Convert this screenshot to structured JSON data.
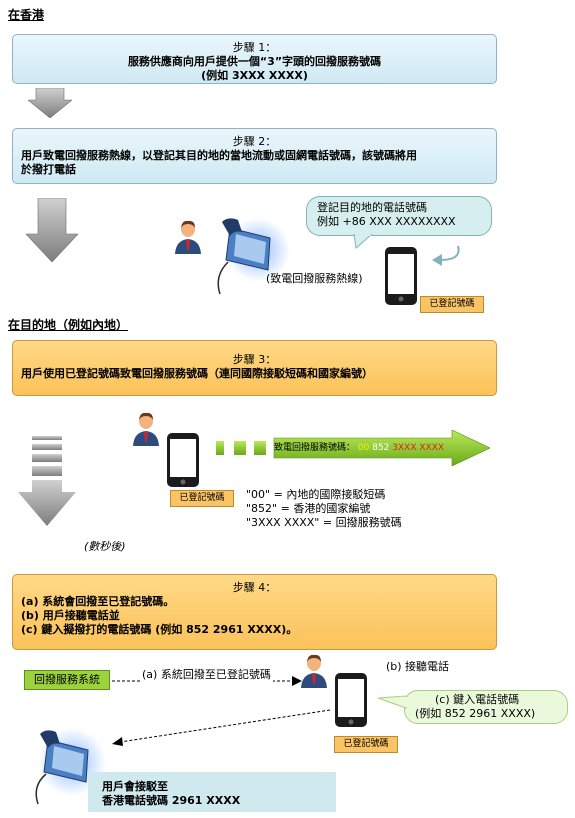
{
  "sections": {
    "hong_kong": "在香港",
    "destination": "在目的地（例如內地）"
  },
  "step1": {
    "head": "步驟 1：",
    "line1": "服務供應商向用戶提供一個“3”字頭的回撥服務號碼",
    "line2": "(例如 3XXX XXXX)"
  },
  "step2": {
    "head": "步驟 2：",
    "line1": "用戶致電回撥服務熱線，以登記其目的地的當地流動或固網電話號碼，該號碼將用",
    "line2": "於撥打電話"
  },
  "register_bubble": {
    "line1": "登記目的地的電話號碼",
    "line2": "例如 +86 XXX XXXXXXXX"
  },
  "hotline_label": "(致電回撥服務熱線)",
  "registered_number": "已登記號碼",
  "step3": {
    "head": "步驟 3：",
    "line1": "用戶使用已登記號碼致電回撥服務號碼（連同國際接駁短碼和國家編號）"
  },
  "dial_arrow": {
    "prefix": "致電回撥服務號碼：",
    "code": "00",
    "country": "852",
    "number": "3XXX XXXX"
  },
  "notes": {
    "line1": "\"00\" = 內地的國際接駁短碼",
    "line2": "\"852\" = 香港的國家編號",
    "line3": "\"3XXX XXXX\" = 回撥服務號碼"
  },
  "seconds_later": "(數秒後)",
  "step4": {
    "head": "步驟 4：",
    "line_a": "(a) 系統會回撥至已登記號碼。",
    "line_b": "(b) 用戶接聽電話並",
    "line_c": "(c) 鍵入擬撥打的電話號碼 (例如 852 2961 XXXX)。"
  },
  "callback_system": "回撥服務系統",
  "callback_label": "(a) 系統回撥至已登記號碼",
  "answer_label": "(b) 接聽電話",
  "enter_bubble": {
    "line1": "(c) 鍵入電話號碼",
    "line2": "(例如 852 2961 XXXX)"
  },
  "final_box": {
    "line1": "用戶會接駁至",
    "line2": "香港電話號碼 2961 XXXX"
  },
  "colors": {
    "blue_box": "#d6eef7",
    "orange_box": "#fbc25a",
    "green_arrow": "#8ccf2a",
    "red_digits": "#d9241c",
    "yellow_digits": "#f2f200"
  }
}
